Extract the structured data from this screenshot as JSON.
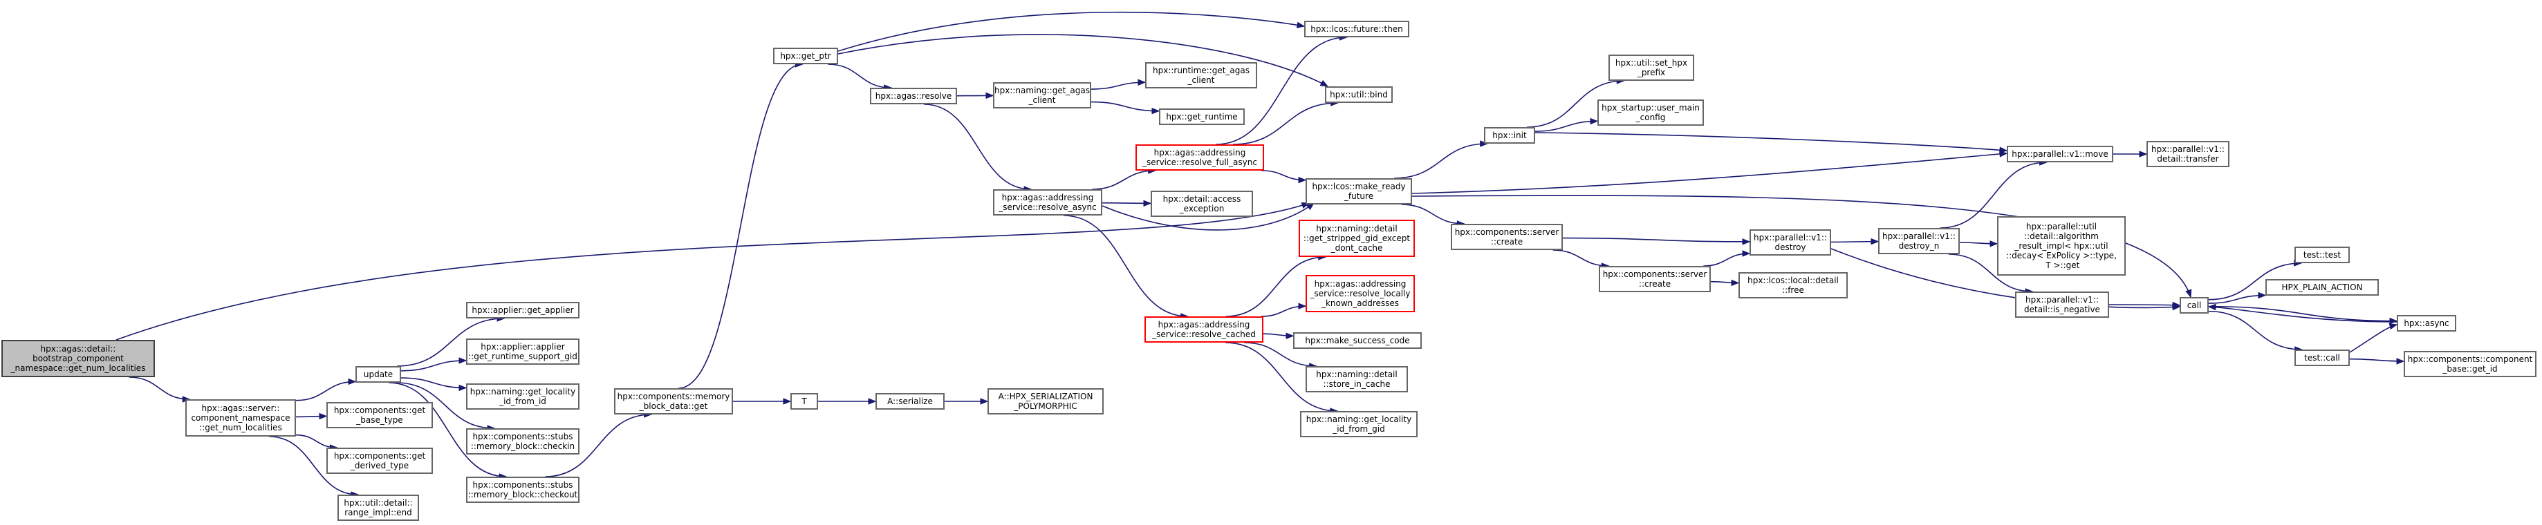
{
  "colors": {
    "edge": "#191970",
    "border": "#666666",
    "highlight_border": "#ff0000",
    "root_fill": "#bfbfbf"
  },
  "nodes": [
    {
      "id": "root",
      "label": "hpx::agas::detail::\nbootstrap_component\n_namespace::get_num_localities",
      "style": "root"
    },
    {
      "id": "cn_get",
      "label": "hpx::agas::server::\ncomponent_namespace\n::get_num_localities",
      "style": "normal"
    },
    {
      "id": "update",
      "label": "update",
      "style": "normal"
    },
    {
      "id": "comp_get_base",
      "label": "hpx::components::get\n_base_type",
      "style": "normal"
    },
    {
      "id": "comp_get_derived",
      "label": "hpx::components::get\n_derived_type",
      "style": "normal"
    },
    {
      "id": "range_end",
      "label": "hpx::util::detail::\nrange_impl::end",
      "style": "normal"
    },
    {
      "id": "applier_get",
      "label": "hpx::applier::get_applier",
      "style": "normal"
    },
    {
      "id": "applier_gid",
      "label": "hpx::applier::applier\n::get_runtime_support_gid",
      "style": "normal"
    },
    {
      "id": "naming_get_loc",
      "label": "hpx::naming::get_locality\n_id_from_id",
      "style": "normal"
    },
    {
      "id": "stubs_checkin",
      "label": "hpx::components::stubs\n::memory_block::checkin",
      "style": "normal"
    },
    {
      "id": "stubs_checkout",
      "label": "hpx::components::stubs\n::memory_block::checkout",
      "style": "normal"
    },
    {
      "id": "mbd_get",
      "label": "hpx::components::memory\n_block_data::get",
      "style": "normal"
    },
    {
      "id": "T",
      "label": "T",
      "style": "normal"
    },
    {
      "id": "A_serialize",
      "label": "A::serialize",
      "style": "normal"
    },
    {
      "id": "A_hpx",
      "label": "A::HPX_SERIALIZATION\n_POLYMORPHIC",
      "style": "normal"
    },
    {
      "id": "get_ptr",
      "label": "hpx::get_ptr",
      "style": "normal"
    },
    {
      "id": "agas_resolve",
      "label": "hpx::agas::resolve",
      "style": "normal"
    },
    {
      "id": "naming_get_agas",
      "label": "hpx::naming::get_agas\n_client",
      "style": "normal"
    },
    {
      "id": "runtime_get_agas",
      "label": "hpx::runtime::get_agas\n_client",
      "style": "normal"
    },
    {
      "id": "get_runtime",
      "label": "hpx::get_runtime",
      "style": "normal"
    },
    {
      "id": "resolve_async",
      "label": "hpx::agas::addressing\n_service::resolve_async",
      "style": "normal"
    },
    {
      "id": "resolve_full",
      "label": "hpx::agas::addressing\n_service::resolve_full_async",
      "style": "red"
    },
    {
      "id": "access_exc",
      "label": "hpx::detail::access\n_exception",
      "style": "normal"
    },
    {
      "id": "resolve_cached",
      "label": "hpx::agas::addressing\n_service::resolve_cached",
      "style": "red"
    },
    {
      "id": "future_then",
      "label": "hpx::lcos::future::then",
      "style": "normal"
    },
    {
      "id": "util_bind",
      "label": "hpx::util::bind",
      "style": "normal"
    },
    {
      "id": "make_ready",
      "label": "hpx::lcos::make_ready\n_future",
      "style": "normal"
    },
    {
      "id": "stripped_gid",
      "label": "hpx::naming::detail\n::get_stripped_gid_except\n_dont_cache",
      "style": "red"
    },
    {
      "id": "resolve_locally",
      "label": "hpx::agas::addressing\n_service::resolve_locally\n_known_addresses",
      "style": "red"
    },
    {
      "id": "make_success",
      "label": "hpx::make_success_code",
      "style": "normal"
    },
    {
      "id": "store_cache",
      "label": "hpx::naming::detail\n::store_in_cache",
      "style": "normal"
    },
    {
      "id": "loc_from_gid",
      "label": "hpx::naming::get_locality\n_id_from_gid",
      "style": "normal"
    },
    {
      "id": "hpx_init",
      "label": "hpx::init",
      "style": "normal"
    },
    {
      "id": "set_prefix",
      "label": "hpx::util::set_hpx\n_prefix",
      "style": "normal"
    },
    {
      "id": "user_main",
      "label": "hpx_startup::user_main\n_config",
      "style": "normal"
    },
    {
      "id": "server_create1",
      "label": "hpx::components::server\n::create",
      "style": "normal"
    },
    {
      "id": "server_create2",
      "label": "hpx::components::server\n::create",
      "style": "normal"
    },
    {
      "id": "local_free",
      "label": "hpx::lcos::local::detail\n::free",
      "style": "normal"
    },
    {
      "id": "destroy",
      "label": "hpx::parallel::v1::\ndestroy",
      "style": "normal"
    },
    {
      "id": "destroy_n",
      "label": "hpx::parallel::v1::\ndestroy_n",
      "style": "normal"
    },
    {
      "id": "move",
      "label": "hpx::parallel::v1::move",
      "style": "normal"
    },
    {
      "id": "transfer",
      "label": "hpx::parallel::v1::\ndetail::transfer",
      "style": "normal"
    },
    {
      "id": "algo_result",
      "label": "hpx::parallel::util\n::detail::algorithm\n_result_impl< hpx::util\n::decay< ExPolicy >::type,\n T >::get",
      "style": "normal"
    },
    {
      "id": "is_negative",
      "label": "hpx::parallel::v1::\ndetail::is_negative",
      "style": "normal"
    },
    {
      "id": "call",
      "label": "call",
      "style": "normal"
    },
    {
      "id": "test_test",
      "label": "test::test",
      "style": "normal"
    },
    {
      "id": "plain_action",
      "label": "HPX_PLAIN_ACTION",
      "style": "normal"
    },
    {
      "id": "hpx_async",
      "label": "hpx::async",
      "style": "normal"
    },
    {
      "id": "test_call",
      "label": "test::call",
      "style": "normal"
    },
    {
      "id": "comp_base_get_id",
      "label": "hpx::components::component\n_base::get_id",
      "style": "normal"
    }
  ],
  "edges": [
    [
      "root",
      "cn_get"
    ],
    [
      "root",
      "make_ready"
    ],
    [
      "cn_get",
      "update"
    ],
    [
      "cn_get",
      "comp_get_base"
    ],
    [
      "cn_get",
      "comp_get_derived"
    ],
    [
      "cn_get",
      "range_end"
    ],
    [
      "update",
      "applier_get"
    ],
    [
      "update",
      "applier_gid"
    ],
    [
      "update",
      "naming_get_loc"
    ],
    [
      "update",
      "stubs_checkin"
    ],
    [
      "update",
      "stubs_checkout"
    ],
    [
      "stubs_checkout",
      "mbd_get"
    ],
    [
      "mbd_get",
      "get_ptr"
    ],
    [
      "mbd_get",
      "T"
    ],
    [
      "T",
      "A_serialize"
    ],
    [
      "A_serialize",
      "A_hpx"
    ],
    [
      "get_ptr",
      "future_then"
    ],
    [
      "get_ptr",
      "util_bind"
    ],
    [
      "get_ptr",
      "agas_resolve"
    ],
    [
      "agas_resolve",
      "naming_get_agas"
    ],
    [
      "agas_resolve",
      "resolve_async"
    ],
    [
      "naming_get_agas",
      "runtime_get_agas"
    ],
    [
      "naming_get_agas",
      "get_runtime"
    ],
    [
      "resolve_async",
      "resolve_full"
    ],
    [
      "resolve_async",
      "access_exc"
    ],
    [
      "resolve_async",
      "make_ready"
    ],
    [
      "resolve_async",
      "resolve_cached"
    ],
    [
      "resolve_full",
      "future_then"
    ],
    [
      "resolve_full",
      "util_bind"
    ],
    [
      "resolve_full",
      "make_ready"
    ],
    [
      "make_ready",
      "hpx_init"
    ],
    [
      "make_ready",
      "move"
    ],
    [
      "make_ready",
      "server_create1"
    ],
    [
      "make_ready",
      "call"
    ],
    [
      "resolve_cached",
      "stripped_gid"
    ],
    [
      "resolve_cached",
      "resolve_locally"
    ],
    [
      "resolve_cached",
      "make_success"
    ],
    [
      "resolve_cached",
      "store_cache"
    ],
    [
      "resolve_cached",
      "loc_from_gid"
    ],
    [
      "hpx_init",
      "set_prefix"
    ],
    [
      "hpx_init",
      "user_main"
    ],
    [
      "hpx_init",
      "move"
    ],
    [
      "server_create1",
      "destroy"
    ],
    [
      "server_create1",
      "server_create2"
    ],
    [
      "server_create2",
      "destroy"
    ],
    [
      "server_create2",
      "local_free"
    ],
    [
      "destroy",
      "destroy_n"
    ],
    [
      "destroy",
      "call"
    ],
    [
      "destroy_n",
      "move"
    ],
    [
      "destroy_n",
      "algo_result"
    ],
    [
      "destroy_n",
      "is_negative"
    ],
    [
      "move",
      "transfer"
    ],
    [
      "is_negative",
      "call"
    ],
    [
      "call",
      "test_test"
    ],
    [
      "call",
      "plain_action"
    ],
    [
      "call",
      "hpx_async"
    ],
    [
      "call",
      "test_call"
    ],
    [
      "hpx_async",
      "call"
    ],
    [
      "test_call",
      "hpx_async"
    ],
    [
      "test_call",
      "comp_base_get_id"
    ]
  ]
}
